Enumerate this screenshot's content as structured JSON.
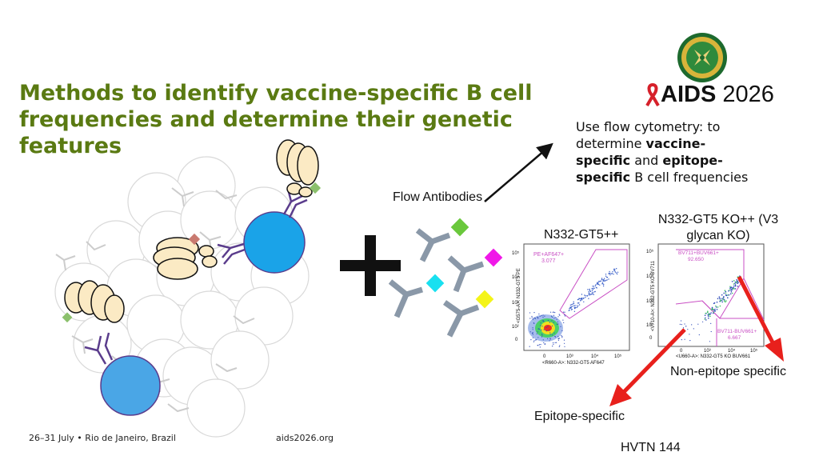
{
  "slide": {
    "title": "Methods to identify vaccine-specific B cell frequencies and determine their genetic features",
    "logo": {
      "brand": "AIDS",
      "year": "2026"
    },
    "description": {
      "p1": "Use flow cytometry: to determine ",
      "b1": "vaccine-specific",
      "p2": " and ",
      "b2": "epitope-specific",
      "p3": " B cell frequencies"
    },
    "flow_antibodies_label": "Flow Antibodies",
    "plot1": {
      "title": "N332-GT5++",
      "gate_label": "PE+AF647+",
      "gate_value": "3.077",
      "y_axis_label": "<G575-A>: N332-GT5 PE",
      "x_axis_label": "<R660-A>: N332-GT5 AF647",
      "ticks_x": [
        "0",
        "10³",
        "10⁴",
        "10⁵"
      ],
      "ticks_y": [
        "10⁵",
        "10⁴",
        "10³",
        "10²",
        "0"
      ]
    },
    "plot2": {
      "title": "N332-GT5 KO++ (V3 glycan KO)",
      "gate1_label": "BV711+BUV661+",
      "gate1_value": "92.650",
      "gate2_label": "BV711-BUV661+",
      "gate2_value": "6.667",
      "y_axis_label": "<V710-A>: N332-GT5 KO BV711",
      "x_axis_label": "<U660-A>: N332-GT5 KO BUV661",
      "ticks_x": [
        "0",
        "10³",
        "10⁴",
        "10⁵"
      ],
      "ticks_y": [
        "10⁵",
        "10⁴",
        "10³",
        "10²",
        "0"
      ]
    },
    "label_non_epitope": "Non-epitope specific",
    "label_epitope": "Epitope-specific",
    "study": "HVTN 144",
    "footer": {
      "date_place": "26–31 July  •  Rio de Janeiro, Brazil",
      "url": "aids2026.org"
    },
    "colors": {
      "title": "#5a7a12",
      "logo_ribbon": "#d6202a",
      "bcell_blue": "#1aa3e8",
      "bcell_blue2": "#4aa6e6",
      "antigen_cream": "#fbeac4",
      "antibody_gray": "#8a98a8",
      "gate_magenta": "#c94fc4",
      "arrow_red": "#e8201c",
      "dye_green": "#6ac83c",
      "dye_magenta": "#f018e8",
      "dye_cyan": "#18e0f0",
      "dye_yellow": "#f4f418"
    }
  }
}
